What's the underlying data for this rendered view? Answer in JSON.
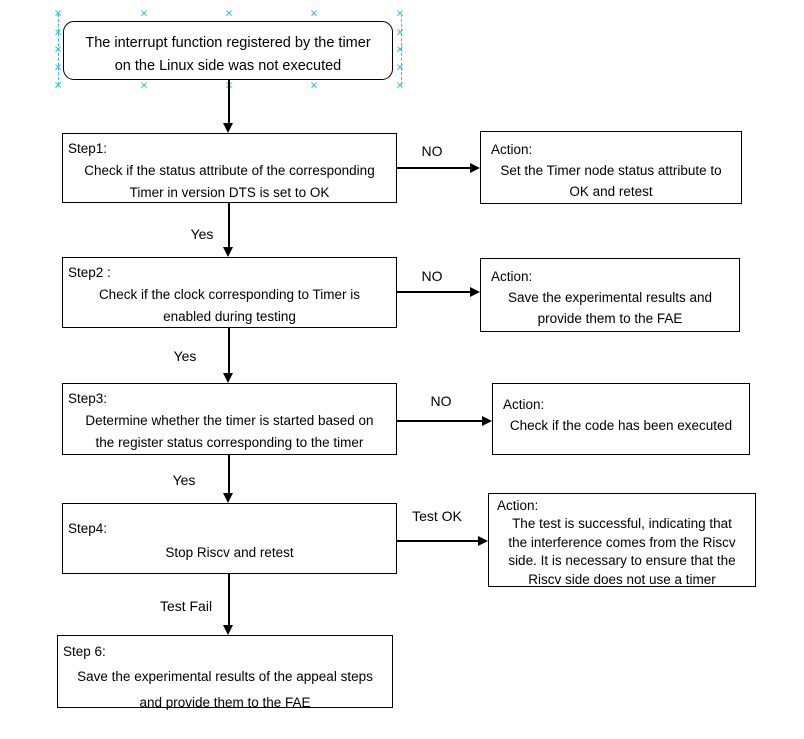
{
  "nodes": {
    "start": {
      "lines": [
        "The interrupt function registered by the timer",
        "on the Linux side was not executed"
      ]
    },
    "step1": {
      "title": "Step1:",
      "lines": [
        "Check if the status attribute of the corresponding",
        "Timer in version DTS is set to OK"
      ]
    },
    "step2": {
      "title": "Step2 :",
      "lines": [
        "Check if the clock corresponding to Timer is",
        "enabled during testing"
      ]
    },
    "step3": {
      "title": "Step3:",
      "lines": [
        "Determine whether the timer is started based on",
        "the register status corresponding to the timer"
      ]
    },
    "step4": {
      "title": "Step4:",
      "lines": [
        "Stop Riscv and retest"
      ]
    },
    "step6": {
      "title": "Step 6:",
      "lines": [
        "Save the experimental results of the appeal steps",
        "and provide them to the FAE"
      ]
    },
    "action1": {
      "title": "Action:",
      "lines": [
        "Set the Timer node status attribute to",
        "OK and retest"
      ]
    },
    "action2": {
      "title": "Action:",
      "lines": [
        "Save the experimental results and",
        "provide them to the FAE"
      ]
    },
    "action3": {
      "title": "Action:",
      "lines": [
        "Check if the code has been executed"
      ]
    },
    "action4": {
      "title": "Action:",
      "lines": [
        "The test is successful, indicating that",
        "the interference comes from the Riscv",
        "side. It is necessary to ensure that the",
        "Riscv side does not use a timer"
      ]
    }
  },
  "edge_labels": {
    "no1": "NO",
    "yes1": "Yes",
    "no2": "NO",
    "yes2": "Yes",
    "no3": "NO",
    "yes3": "Yes",
    "test_ok": "Test OK",
    "test_fail": "Test Fail"
  },
  "colors": {
    "selection_handle": "#29b6f2",
    "node_stroke": "#000000",
    "canvas_background": "#ffffff"
  }
}
